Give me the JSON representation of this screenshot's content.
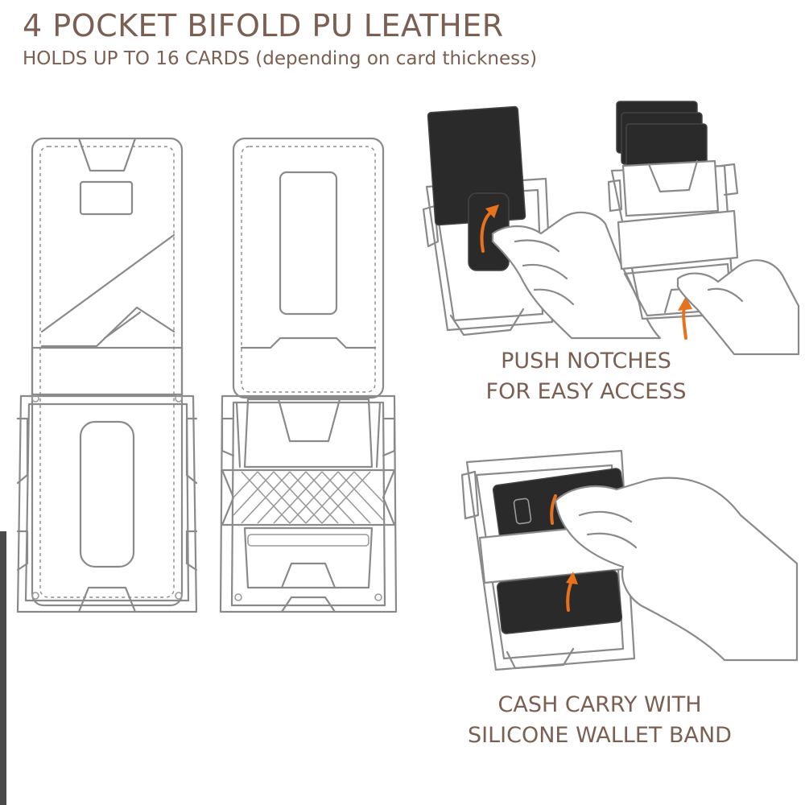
{
  "header": {
    "title": "4 POCKET BIFOLD PU LEATHER",
    "subtitle": "HOLDS UP TO 16 CARDS (depending on card thickness)"
  },
  "captions": {
    "push_line1": "PUSH NOTCHES",
    "push_line2": "FOR EASY ACCESS",
    "cash_line1": "CASH CARRY WITH",
    "cash_line2": "SILICONE WALLET BAND"
  },
  "colors": {
    "text": "#7a5f52",
    "arrow": "#e8721c",
    "line": "#8a8a8a",
    "card": "#2a2a2a"
  }
}
